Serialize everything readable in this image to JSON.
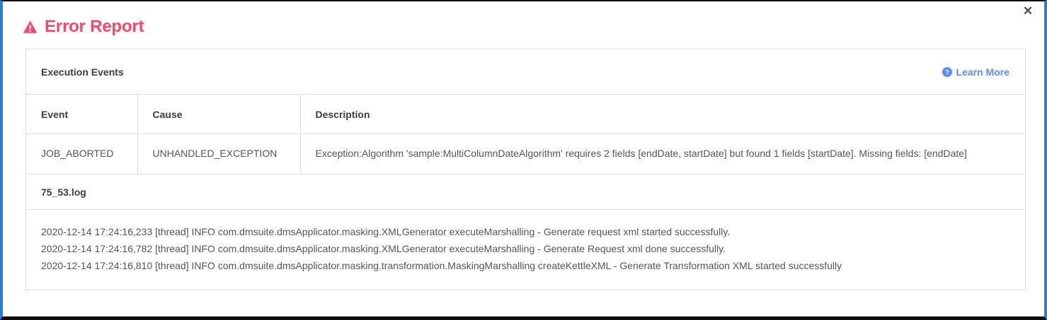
{
  "dialog": {
    "close_label": "✕",
    "title": "Error Report",
    "title_color": "#f4496b",
    "accent_color": "#2a7fd4"
  },
  "panel": {
    "header_title": "Execution Events",
    "learn_more_label": "Learn More",
    "learn_more_color": "#5b8dee",
    "table": {
      "columns": [
        "Event",
        "Cause",
        "Description"
      ],
      "rows": [
        {
          "event": "JOB_ABORTED",
          "cause": "UNHANDLED_EXCEPTION",
          "description": "Exception:Algorithm 'sample:MultiColumnDateAlgorithm' requires 2 fields [endDate, startDate] but found 1 fields [startDate]. Missing fields: [endDate]"
        }
      ]
    },
    "log": {
      "filename": "75_53.log",
      "lines": [
        "2020-12-14 17:24:16,233 [thread] INFO com.dmsuite.dmsApplicator.masking.XMLGenerator executeMarshalling - Generate request xml started successfully.",
        "2020-12-14 17:24:16,782 [thread] INFO com.dmsuite.dmsApplicator.masking.XMLGenerator executeMarshalling - Generate Request xml done successfully.",
        "2020-12-14 17:24:16,810 [thread] INFO com.dmsuite.dmsApplicator.masking.transformation.MaskingMarshalling createKettleXML - Generate Transformation XML started successfully"
      ]
    }
  },
  "icons": {
    "warning": "warning-triangle-icon",
    "help": "help-circle-icon",
    "close": "close-icon"
  }
}
